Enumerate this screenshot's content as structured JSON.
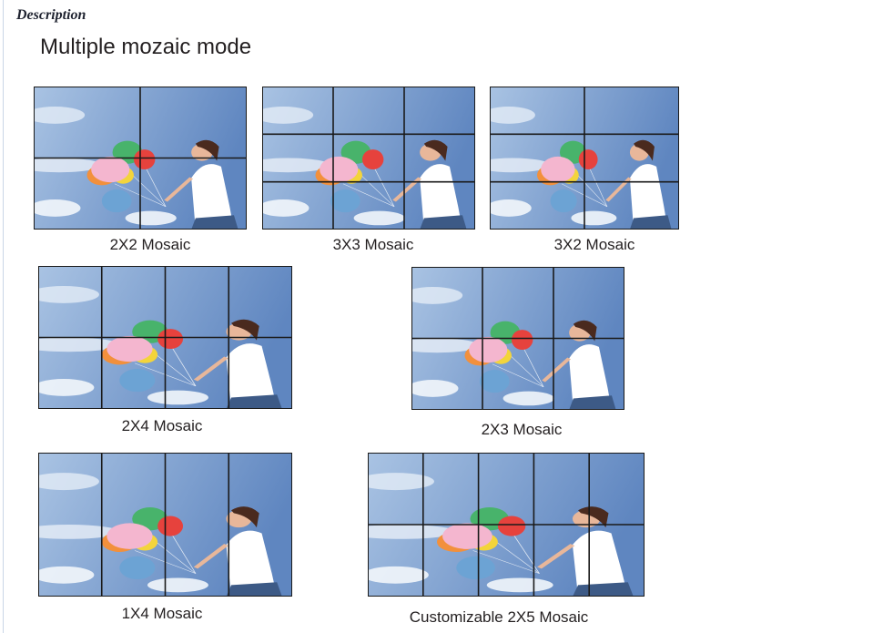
{
  "header": {
    "section": "Description",
    "title": "Multiple mozaic mode"
  },
  "mosaics": [
    {
      "label": "2X2 Mosaic",
      "cols": 2,
      "rows": 2
    },
    {
      "label": "3X3 Mosaic",
      "cols": 3,
      "rows": 3
    },
    {
      "label": "3X2 Mosaic",
      "cols": 2,
      "rows": 3
    },
    {
      "label": "2X4 Mosaic",
      "cols": 4,
      "rows": 2
    },
    {
      "label": "2X3 Mosaic",
      "cols": 3,
      "rows": 2
    },
    {
      "label": "1X4 Mosaic",
      "cols": 4,
      "rows": 1
    },
    {
      "label": "Customizable 2X5 Mosaic",
      "cols": 5,
      "rows": 2
    }
  ]
}
